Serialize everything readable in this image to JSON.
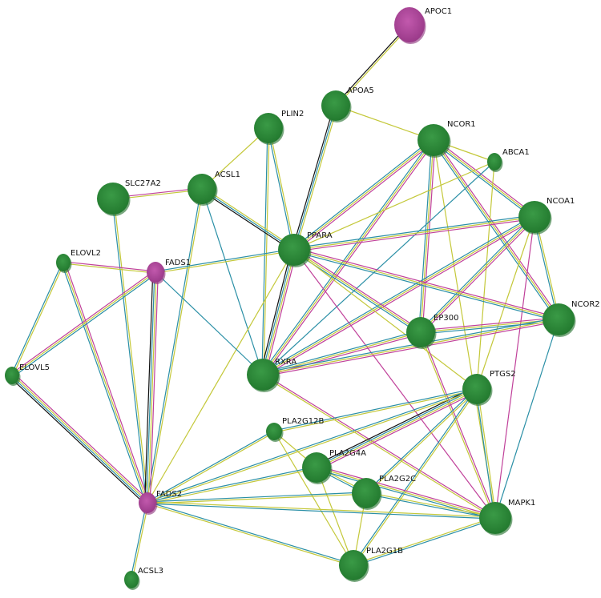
{
  "colors": {
    "green_node": "#2e8b3a",
    "green_node_dark": "#1f6e2a",
    "magenta_node": "#b0489c",
    "magenta_node_dark": "#8a2f79",
    "edge_yellow": "#c4c83a",
    "edge_teal": "#2a8fa6",
    "edge_magenta": "#c0409a",
    "edge_black": "#111111"
  },
  "network": {
    "nodes": [
      {
        "id": "APOC1",
        "label": "APOC1",
        "color": "magenta",
        "size": "large"
      },
      {
        "id": "APOA5",
        "label": "APOA5",
        "color": "green",
        "size": "medium"
      },
      {
        "id": "PLIN2",
        "label": "PLIN2",
        "color": "green",
        "size": "medium"
      },
      {
        "id": "NCOR1",
        "label": "NCOR1",
        "color": "green",
        "size": "large"
      },
      {
        "id": "ABCA1",
        "label": "ABCA1",
        "color": "green",
        "size": "small"
      },
      {
        "id": "SLC27A2",
        "label": "SLC27A2",
        "color": "green",
        "size": "large"
      },
      {
        "id": "ACSL1",
        "label": "ACSL1",
        "color": "green",
        "size": "medium"
      },
      {
        "id": "NCOA1",
        "label": "NCOA1",
        "color": "green",
        "size": "large"
      },
      {
        "id": "PPARA",
        "label": "PPARA",
        "color": "green",
        "size": "large"
      },
      {
        "id": "ELOVL2",
        "label": "ELOVL2",
        "color": "green",
        "size": "small"
      },
      {
        "id": "FADS1",
        "label": "FADS1",
        "color": "magenta",
        "size": "small"
      },
      {
        "id": "EP300",
        "label": "EP300",
        "color": "green",
        "size": "medium"
      },
      {
        "id": "NCOR2",
        "label": "NCOR2",
        "color": "green",
        "size": "large"
      },
      {
        "id": "ELOVL5",
        "label": "ELOVL5",
        "color": "green",
        "size": "small"
      },
      {
        "id": "RXRA",
        "label": "RXRA",
        "color": "green",
        "size": "large"
      },
      {
        "id": "PTGS2",
        "label": "PTGS2",
        "color": "green",
        "size": "medium"
      },
      {
        "id": "PLA2G12B",
        "label": "PLA2G12B",
        "color": "green",
        "size": "small"
      },
      {
        "id": "PLA2G4A",
        "label": "PLA2G4A",
        "color": "green",
        "size": "medium"
      },
      {
        "id": "PLA2G2C",
        "label": "PLA2G2C",
        "color": "green",
        "size": "medium"
      },
      {
        "id": "FADS2",
        "label": "FADS2",
        "color": "magenta",
        "size": "small"
      },
      {
        "id": "MAPK1",
        "label": "MAPK1",
        "color": "green",
        "size": "large"
      },
      {
        "id": "PLA2G1B",
        "label": "PLA2G1B",
        "color": "green",
        "size": "medium"
      },
      {
        "id": "ACSL3",
        "label": "ACSL3",
        "color": "green",
        "size": "small"
      }
    ],
    "edges": [
      {
        "a": "APOC1",
        "b": "APOA5",
        "types": [
          "yellow",
          "black"
        ]
      },
      {
        "a": "APOA5",
        "b": "PPARA",
        "types": [
          "yellow",
          "teal",
          "black"
        ]
      },
      {
        "a": "APOA5",
        "b": "NCOR1",
        "types": [
          "yellow"
        ]
      },
      {
        "a": "PLIN2",
        "b": "PPARA",
        "types": [
          "yellow",
          "teal"
        ]
      },
      {
        "a": "PLIN2",
        "b": "ACSL1",
        "types": [
          "yellow"
        ]
      },
      {
        "a": "PLIN2",
        "b": "RXRA",
        "types": [
          "yellow",
          "teal"
        ]
      },
      {
        "a": "SLC27A2",
        "b": "ACSL1",
        "types": [
          "magenta",
          "yellow"
        ]
      },
      {
        "a": "SLC27A2",
        "b": "FADS2",
        "types": [
          "yellow",
          "teal"
        ]
      },
      {
        "a": "ACSL1",
        "b": "PPARA",
        "types": [
          "yellow",
          "teal",
          "black"
        ]
      },
      {
        "a": "ACSL1",
        "b": "RXRA",
        "types": [
          "teal"
        ]
      },
      {
        "a": "ACSL1",
        "b": "FADS2",
        "types": [
          "yellow",
          "teal"
        ]
      },
      {
        "a": "NCOR1",
        "b": "PPARA",
        "types": [
          "magenta",
          "yellow",
          "teal"
        ]
      },
      {
        "a": "NCOR1",
        "b": "RXRA",
        "types": [
          "magenta",
          "yellow",
          "teal"
        ]
      },
      {
        "a": "NCOR1",
        "b": "NCOA1",
        "types": [
          "magenta",
          "yellow",
          "teal"
        ]
      },
      {
        "a": "NCOR1",
        "b": "NCOR2",
        "types": [
          "magenta",
          "yellow",
          "teal"
        ]
      },
      {
        "a": "NCOR1",
        "b": "EP300",
        "types": [
          "magenta",
          "yellow",
          "teal"
        ]
      },
      {
        "a": "NCOR1",
        "b": "ABCA1",
        "types": [
          "yellow"
        ]
      },
      {
        "a": "NCOR1",
        "b": "MAPK1",
        "types": [
          "yellow"
        ]
      },
      {
        "a": "ABCA1",
        "b": "PPARA",
        "types": [
          "yellow"
        ]
      },
      {
        "a": "ABCA1",
        "b": "RXRA",
        "types": [
          "teal"
        ]
      },
      {
        "a": "ABCA1",
        "b": "PTGS2",
        "types": [
          "yellow"
        ]
      },
      {
        "a": "NCOA1",
        "b": "PPARA",
        "types": [
          "magenta",
          "yellow",
          "teal"
        ]
      },
      {
        "a": "NCOA1",
        "b": "RXRA",
        "types": [
          "magenta",
          "yellow",
          "teal"
        ]
      },
      {
        "a": "NCOA1",
        "b": "EP300",
        "types": [
          "magenta",
          "yellow",
          "teal"
        ]
      },
      {
        "a": "NCOA1",
        "b": "NCOR2",
        "types": [
          "yellow",
          "teal"
        ]
      },
      {
        "a": "NCOA1",
        "b": "MAPK1",
        "types": [
          "magenta"
        ]
      },
      {
        "a": "NCOA1",
        "b": "PTGS2",
        "types": [
          "yellow"
        ]
      },
      {
        "a": "PPARA",
        "b": "RXRA",
        "types": [
          "magenta",
          "yellow",
          "teal",
          "black"
        ]
      },
      {
        "a": "PPARA",
        "b": "EP300",
        "types": [
          "magenta",
          "yellow",
          "teal"
        ]
      },
      {
        "a": "PPARA",
        "b": "NCOR2",
        "types": [
          "magenta",
          "yellow",
          "teal"
        ]
      },
      {
        "a": "PPARA",
        "b": "PTGS2",
        "types": [
          "yellow"
        ]
      },
      {
        "a": "PPARA",
        "b": "MAPK1",
        "types": [
          "magenta"
        ]
      },
      {
        "a": "PPARA",
        "b": "FADS1",
        "types": [
          "yellow",
          "teal"
        ]
      },
      {
        "a": "PPARA",
        "b": "FADS2",
        "types": [
          "yellow"
        ]
      },
      {
        "a": "EP300",
        "b": "RXRA",
        "types": [
          "magenta",
          "yellow",
          "teal"
        ]
      },
      {
        "a": "EP300",
        "b": "NCOR2",
        "types": [
          "magenta",
          "yellow",
          "teal"
        ]
      },
      {
        "a": "EP300",
        "b": "MAPK1",
        "types": [
          "magenta",
          "yellow"
        ]
      },
      {
        "a": "NCOR2",
        "b": "RXRA",
        "types": [
          "magenta",
          "yellow",
          "teal"
        ]
      },
      {
        "a": "NCOR2",
        "b": "MAPK1",
        "types": [
          "teal"
        ]
      },
      {
        "a": "RXRA",
        "b": "FADS1",
        "types": [
          "teal"
        ]
      },
      {
        "a": "RXRA",
        "b": "MAPK1",
        "types": [
          "magenta",
          "yellow"
        ]
      },
      {
        "a": "ELOVL2",
        "b": "ELOVL5",
        "types": [
          "yellow",
          "teal"
        ]
      },
      {
        "a": "ELOVL2",
        "b": "FADS1",
        "types": [
          "magenta",
          "yellow"
        ]
      },
      {
        "a": "ELOVL2",
        "b": "FADS2",
        "types": [
          "magenta",
          "yellow",
          "teal"
        ]
      },
      {
        "a": "ELOVL5",
        "b": "FADS1",
        "types": [
          "magenta",
          "yellow",
          "teal"
        ]
      },
      {
        "a": "ELOVL5",
        "b": "FADS2",
        "types": [
          "magenta",
          "yellow",
          "teal",
          "black"
        ]
      },
      {
        "a": "FADS1",
        "b": "FADS2",
        "types": [
          "magenta",
          "yellow",
          "teal",
          "black"
        ]
      },
      {
        "a": "PTGS2",
        "b": "PLA2G12B",
        "types": [
          "yellow",
          "teal"
        ]
      },
      {
        "a": "PTGS2",
        "b": "PLA2G4A",
        "types": [
          "magenta",
          "yellow",
          "teal",
          "black"
        ]
      },
      {
        "a": "PTGS2",
        "b": "PLA2G2C",
        "types": [
          "yellow",
          "teal"
        ]
      },
      {
        "a": "PTGS2",
        "b": "PLA2G1B",
        "types": [
          "yellow",
          "teal"
        ]
      },
      {
        "a": "PTGS2",
        "b": "MAPK1",
        "types": [
          "yellow",
          "teal"
        ]
      },
      {
        "a": "PTGS2",
        "b": "FADS2",
        "types": [
          "yellow",
          "teal"
        ]
      },
      {
        "a": "PLA2G12B",
        "b": "PLA2G4A",
        "types": [
          "yellow"
        ]
      },
      {
        "a": "PLA2G12B",
        "b": "PLA2G1B",
        "types": [
          "yellow"
        ]
      },
      {
        "a": "PLA2G12B",
        "b": "FADS2",
        "types": [
          "yellow",
          "teal"
        ]
      },
      {
        "a": "PLA2G4A",
        "b": "PLA2G2C",
        "types": [
          "yellow",
          "teal"
        ]
      },
      {
        "a": "PLA2G4A",
        "b": "MAPK1",
        "types": [
          "magenta",
          "yellow",
          "teal"
        ]
      },
      {
        "a": "PLA2G4A",
        "b": "FADS2",
        "types": [
          "yellow",
          "teal"
        ]
      },
      {
        "a": "PLA2G4A",
        "b": "PLA2G1B",
        "types": [
          "yellow"
        ]
      },
      {
        "a": "PLA2G2C",
        "b": "PLA2G1B",
        "types": [
          "yellow"
        ]
      },
      {
        "a": "PLA2G2C",
        "b": "MAPK1",
        "types": [
          "yellow",
          "teal"
        ]
      },
      {
        "a": "PLA2G2C",
        "b": "FADS2",
        "types": [
          "yellow",
          "teal"
        ]
      },
      {
        "a": "PLA2G1B",
        "b": "MAPK1",
        "types": [
          "yellow",
          "teal"
        ]
      },
      {
        "a": "PLA2G1B",
        "b": "FADS2",
        "types": [
          "yellow",
          "teal"
        ]
      },
      {
        "a": "FADS2",
        "b": "MAPK1",
        "types": [
          "yellow",
          "teal"
        ]
      },
      {
        "a": "FADS2",
        "b": "ACSL3",
        "types": [
          "yellow",
          "teal"
        ]
      }
    ]
  }
}
